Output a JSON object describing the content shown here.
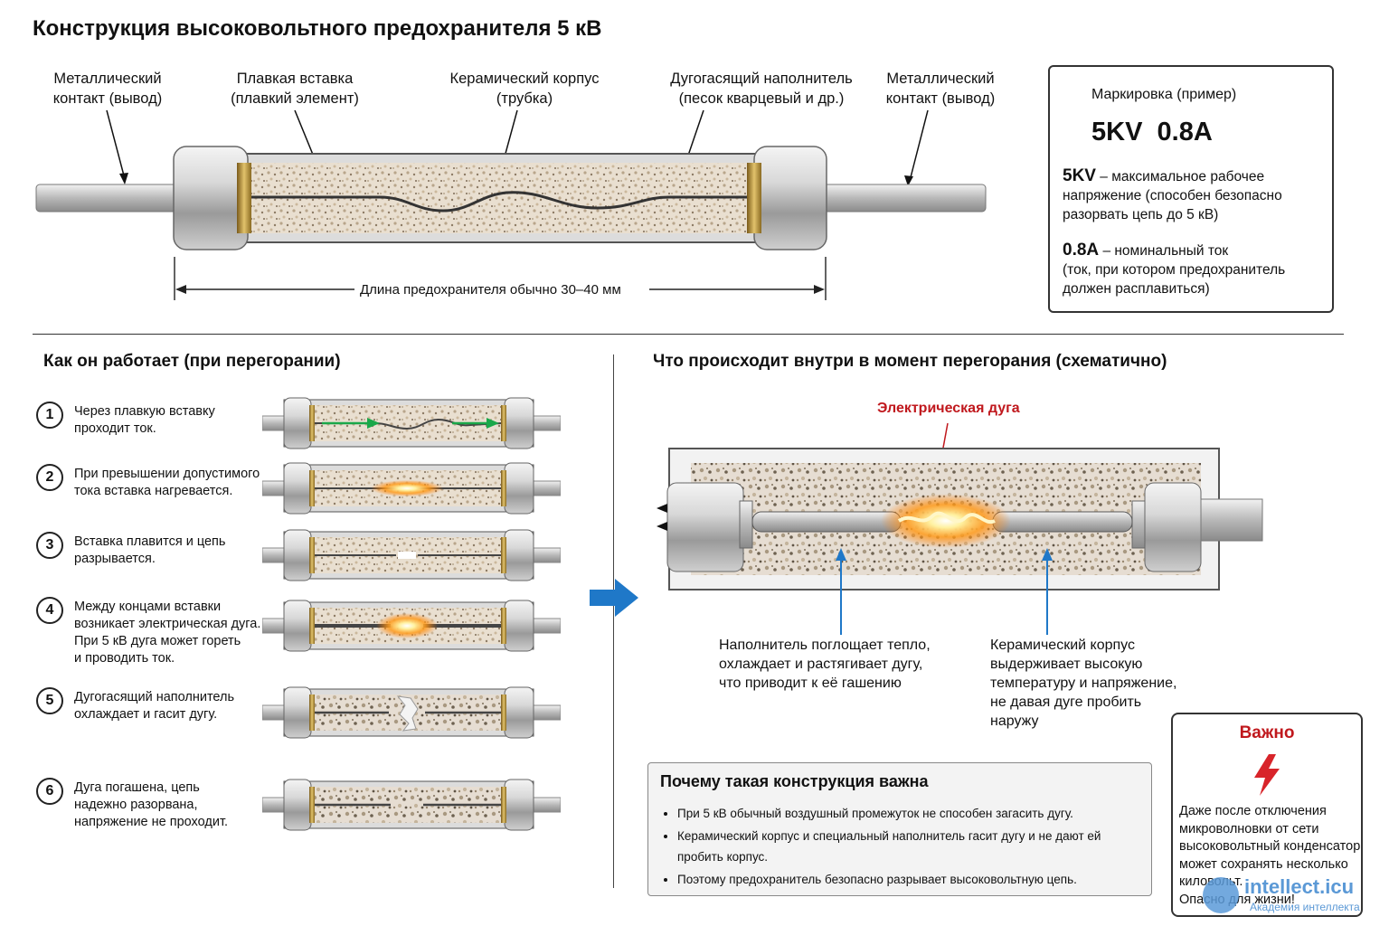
{
  "title": "Конструкция высоковольтного предохранителя 5 кВ",
  "top_labels": {
    "contact_left": [
      "Металлический",
      "контакт (вывод)"
    ],
    "fuse_element": [
      "Плавкая вставка",
      "(плавкий элемент)"
    ],
    "ceramic_body": [
      "Керамический корпус",
      "(трубка)"
    ],
    "filler": [
      "Дугогасящий наполнитель",
      "(песок кварцевый и др.)"
    ],
    "contact_right": [
      "Металлический",
      "контакт (вывод)"
    ]
  },
  "length_note": "Длина предохранителя обычно 30–40 мм",
  "marking": {
    "heading": "Маркировка (пример)",
    "code": "5KV  0.8A",
    "voltage_key": "5KV",
    "voltage_desc_1": " – максимальное рабочее",
    "voltage_desc_2": "напряжение (способен безопасно",
    "voltage_desc_3": "разорвать цепь до 5 кВ)",
    "current_key": "0.8A",
    "current_desc_1": " – номинальный ток",
    "current_desc_2": "(ток, при котором предохранитель",
    "current_desc_3": "должен расплавиться)"
  },
  "how_heading": "Как он работает (при перегорании)",
  "steps": [
    {
      "num": "1",
      "lines": [
        "Через плавкую вставку",
        "проходит ток."
      ]
    },
    {
      "num": "2",
      "lines": [
        "При превышении допустимого",
        "тока вставка нагревается."
      ]
    },
    {
      "num": "3",
      "lines": [
        "Вставка плавится и цепь",
        "разрывается."
      ]
    },
    {
      "num": "4",
      "lines": [
        "Между концами вставки",
        "возникает электрическая дуга.",
        "При 5 кВ дуга может гореть",
        "и проводить ток."
      ]
    },
    {
      "num": "5",
      "lines": [
        "Дугогасящий наполнитель",
        "охлаждает и гасит дугу."
      ]
    },
    {
      "num": "6",
      "lines": [
        "Дуга погашена, цепь",
        "надежно разорвана,",
        "напряжение не проходит."
      ]
    }
  ],
  "inside_heading": "Что происходит внутри в момент перегорания (схематично)",
  "arc_label": "Электрическая дуга",
  "filler_note": [
    "Наполнитель поглощает тепло,",
    "охлаждает и растягивает дугу,",
    "что приводит к её гашению"
  ],
  "ceramic_note": [
    "Керамический корпус",
    "выдерживает высокую",
    "температуру и напряжение,",
    "не давая дуге пробить",
    "наружу"
  ],
  "why": {
    "heading": "Почему такая конструкция важна",
    "items": [
      "При 5 кВ обычный воздушный промежуток не способен загасить дугу.",
      "Керамический корпус и специальный наполнитель гасит дугу и не дают ей пробить корпус.",
      "Поэтому предохранитель безопасно разрывает высоковольтную цепь."
    ]
  },
  "important": {
    "heading": "Важно",
    "lines": [
      "Даже после отключения",
      "микроволновки от сети",
      "высоковольтный конденсатор",
      "может сохранять несколько",
      "киловольт.",
      "Опасно для жизни!"
    ]
  },
  "watermark": {
    "brand": "intellect.icu",
    "sub": "Академия интеллекта"
  },
  "colors": {
    "accent_red": "#c0181d",
    "arrow_blue": "#1f78c8",
    "green_arrow": "#1aa84a"
  }
}
